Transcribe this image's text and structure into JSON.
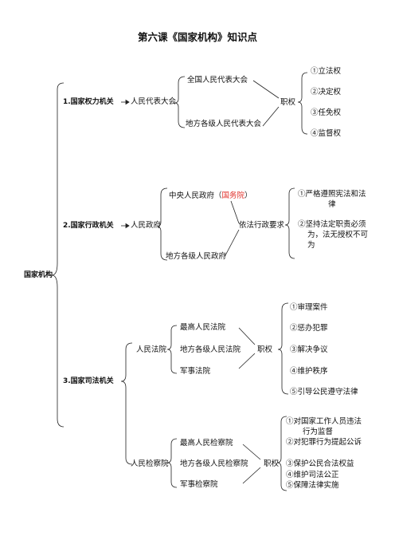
{
  "title": "第六课《国家机构》知识点",
  "root": "国家机构",
  "power": {
    "label": "1.国家权力机关",
    "body": "人民代表大会",
    "members": [
      "全国人民代表大会",
      "地方各级人民代表大会"
    ],
    "powers_label": "职权",
    "powers": [
      "①立法权",
      "②决定权",
      "③任免权",
      "④监督权"
    ]
  },
  "admin": {
    "label": "2.国家行政机关",
    "body": "人民政府",
    "central_prefix": "中央人民政府（",
    "central_highlight": "国务院",
    "central_suffix": "）",
    "local": "地方各级人民政府",
    "principle": "依法行政要求",
    "requirements": [
      "①严格遵照宪法和法",
      "律",
      "②坚持法定职责必须",
      "为，法无授权不可",
      "为"
    ]
  },
  "judicial": {
    "label": "3.国家司法机关",
    "court": {
      "label": "人民法院",
      "members": [
        "最高人民法院",
        "地方各级人民法院",
        "军事法院"
      ],
      "powers_label": "职权",
      "powers": [
        "①审理案件",
        "②惩办犯罪",
        "③解决争议",
        "④维护秩序",
        "⑤引导公民遵守法律"
      ]
    },
    "procuratorate": {
      "label": "人民检察院",
      "members": [
        "最高人民检察院",
        "地方各级人民检察院",
        "军事检察院"
      ],
      "powers_label": "职权",
      "powers": [
        "①对国家工作人员违法",
        "行为监督",
        "②对犯罪行为提起公诉",
        "③保护公民合法权益",
        "④维护司法公正",
        "⑤保障法律实施"
      ]
    }
  }
}
